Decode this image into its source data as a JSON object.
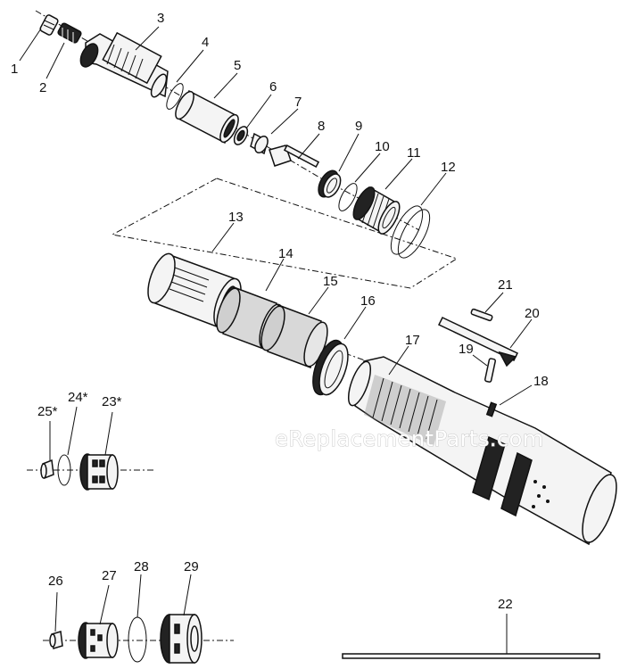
{
  "watermark": "eReplacementParts.com",
  "callouts": [
    "1",
    "2",
    "3",
    "4",
    "5",
    "6",
    "7",
    "8",
    "9",
    "10",
    "11",
    "12",
    "13",
    "14",
    "15",
    "16",
    "17",
    "18",
    "19",
    "20",
    "21",
    "22",
    "23*",
    "24*",
    "25*",
    "26",
    "27",
    "28",
    "29"
  ]
}
